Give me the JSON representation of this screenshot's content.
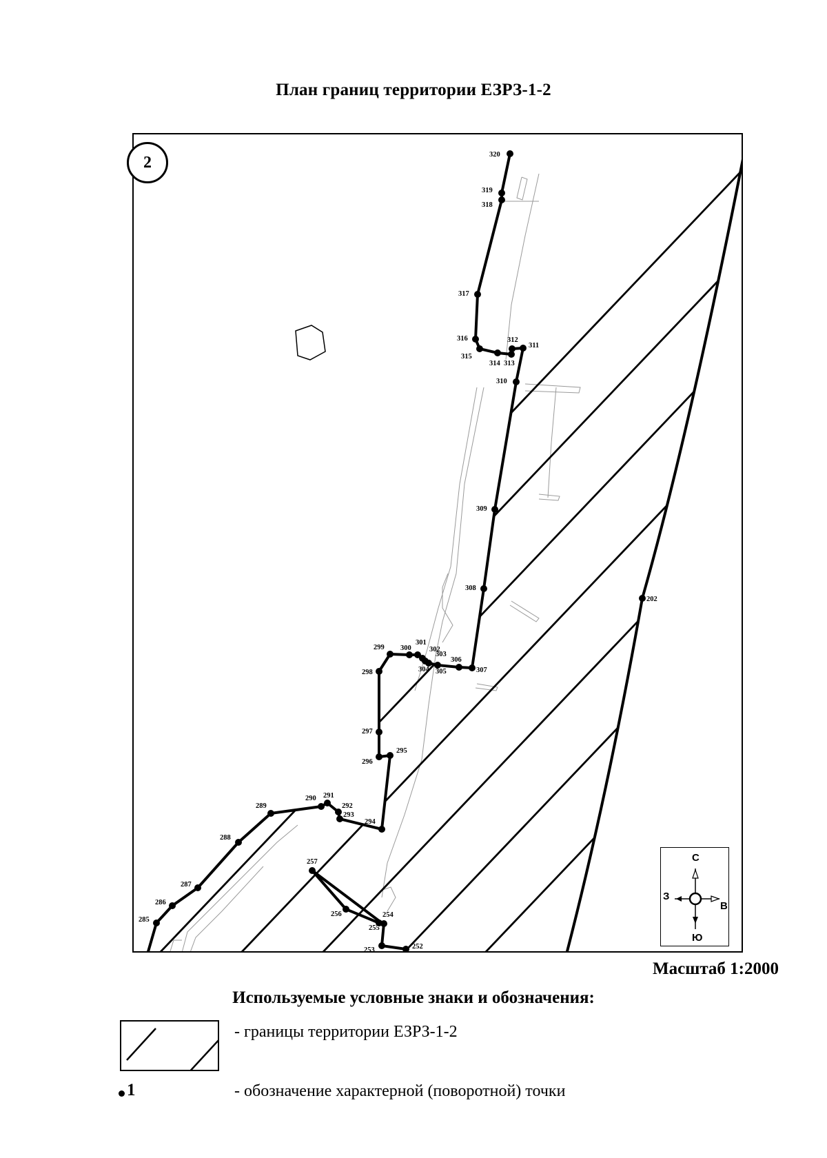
{
  "title": "План границ территории ЕЗРЗ-1-2",
  "map": {
    "sheet_number": "2",
    "boundary_points": [
      "252",
      "253",
      "254",
      "255",
      "256",
      "257",
      "285",
      "286",
      "287",
      "288",
      "289",
      "290",
      "291",
      "292",
      "293",
      "294",
      "295",
      "296",
      "297",
      "298",
      "299",
      "300",
      "301",
      "302",
      "303",
      "304",
      "305",
      "306",
      "307",
      "308",
      "309",
      "310",
      "311",
      "312",
      "313",
      "314",
      "315",
      "316",
      "317",
      "318",
      "319",
      "320",
      "202"
    ],
    "compass": {
      "north": "С",
      "south": "Ю",
      "west": "З",
      "east": "В"
    }
  },
  "scale": "Масштаб 1:2000",
  "legend": {
    "heading": "Используемые условные знаки и обозначения:",
    "items": [
      {
        "symbol": "hatched-area",
        "text": "- границы территории ЕЗРЗ-1-2"
      },
      {
        "symbol": "point",
        "sample": "1",
        "text": "- обозначение характерной (поворотной) точки"
      }
    ]
  },
  "colors": {
    "ink": "#000000",
    "thin_lines": "#9a9a9a",
    "background": "#ffffff"
  }
}
